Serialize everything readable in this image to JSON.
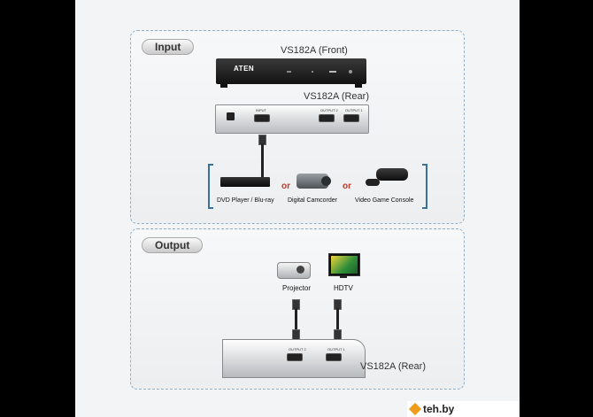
{
  "sections": {
    "input_label": "Input",
    "output_label": "Output"
  },
  "devices": {
    "front_label": "VS182A (Front)",
    "rear_label": "VS182A (Rear)",
    "rear_output_label": "VS182A (Rear)",
    "front_brand": "ATEN",
    "port_output2": "OUTPUT 2",
    "port_output1": "OUTPUT 1",
    "port_input": "INPUT"
  },
  "sources": [
    {
      "label": "DVD Player / Blu-ray"
    },
    {
      "label": "Digital Camcorder"
    },
    {
      "label": "Video Game Console"
    }
  ],
  "separator": "or",
  "displays": [
    {
      "label": "Projector"
    },
    {
      "label": "HDTV"
    }
  ],
  "watermark": "teh.by",
  "colors": {
    "panel_border": "#8fb0c8",
    "bracket": "#3a6f9f",
    "or_text": "#c0392b",
    "watermark_accent": "#f09c1a"
  }
}
